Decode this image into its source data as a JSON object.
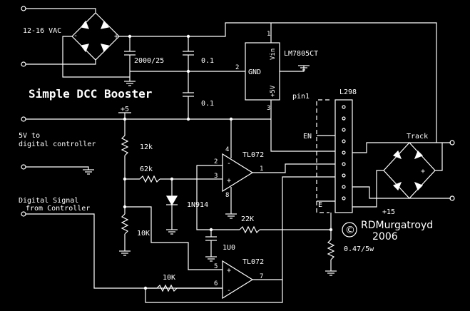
{
  "schematic": {
    "title": "Simple DCC Booster",
    "input_voltage": "12-16 VAC",
    "capacitors": {
      "filter": "2000/25",
      "reg_in": "0.1",
      "reg_out": "0.1",
      "timing": "1U0"
    },
    "regulator": {
      "part": "LM7805CT",
      "pin_vin": "Vin",
      "pin_gnd": "GND",
      "pin_5v": "+5V",
      "pin1": "1",
      "pin2": "2",
      "pin3": "3"
    },
    "rail_5v": "+5",
    "rail_15v": "+15",
    "labels": {
      "to_controller_line1": "5V to",
      "to_controller_line2": "digital controller",
      "signal_line1": "Digital Signal",
      "signal_line2": "from Controller",
      "track": "Track",
      "pin1": "pin1",
      "en": "EN",
      "e": "E"
    },
    "resistors": {
      "r1": "12k",
      "r2": "62k",
      "r3": "10K",
      "r4": "10K",
      "r5": "22K",
      "sense": "0.47/5w"
    },
    "diode": "1N914",
    "opamp": {
      "upper": "TL072",
      "lower": "TL072",
      "u_pin2": "2",
      "u_pin3": "3",
      "u_pin1": "1",
      "u_pin4": "4",
      "u_pin8": "8",
      "l_pin5": "5",
      "l_pin6": "6",
      "l_pin7": "7"
    },
    "driver": "L298",
    "copyright": {
      "symbol": "©",
      "author": "RDMurgatroyd",
      "year": "2006"
    }
  }
}
